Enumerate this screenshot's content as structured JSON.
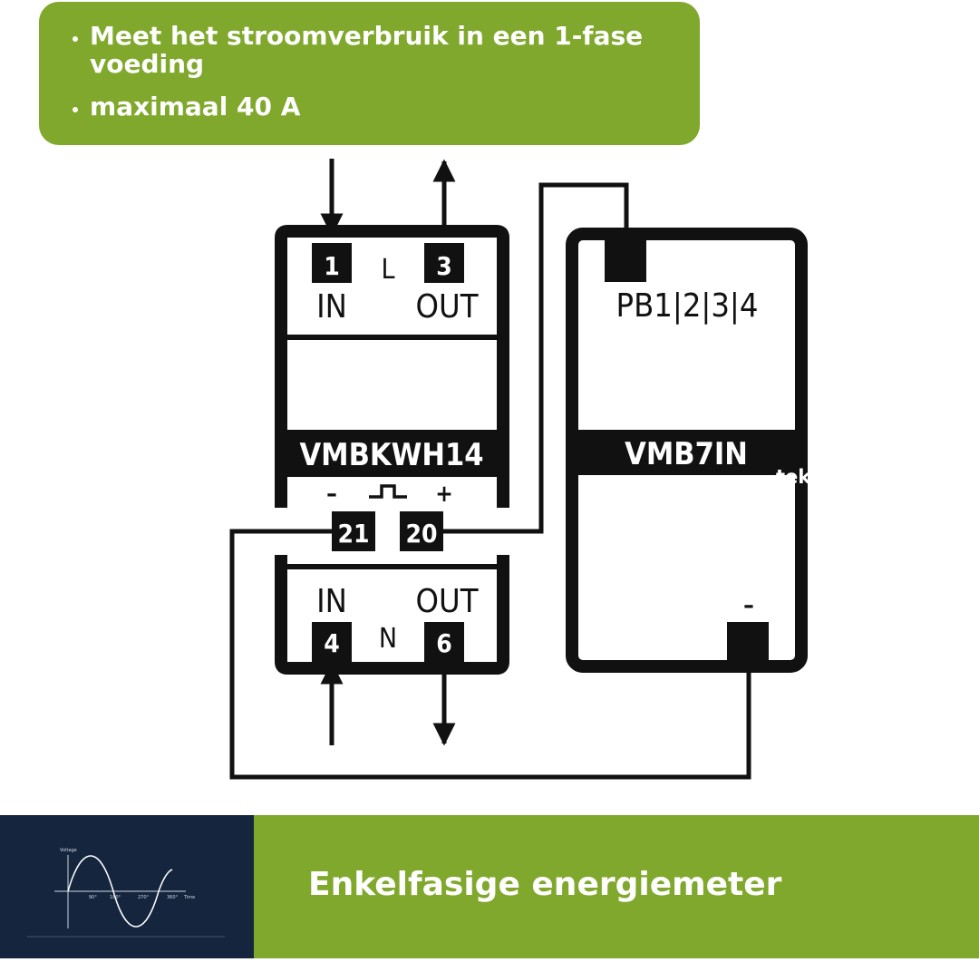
{
  "callout": {
    "bullets": [
      "Meet het stroomverbruik in een 1-fase voeding",
      "maximaal 40 A"
    ]
  },
  "meter": {
    "name": "VMBKWH14",
    "phase_label": "L",
    "neutral_label": "N",
    "terminals": {
      "l_in": "1",
      "l_out": "3",
      "n_in": "4",
      "n_out": "6",
      "pulse_minus": "21",
      "pulse_plus": "20"
    },
    "in_label": "IN",
    "out_label": "OUT",
    "minus_sign": "–",
    "plus_sign": "+"
  },
  "module": {
    "name": "VMB7IN",
    "inputs_label": "PB1|2|3|4",
    "minus_sign": "–"
  },
  "watermark": "tek",
  "thumbnail": {
    "y_label": "Voltage",
    "x_label": "Time",
    "ticks": [
      "90°",
      "180°",
      "270°",
      "360°"
    ]
  },
  "footer": {
    "title": "Enkelfasige energiemeter"
  },
  "colors": {
    "green": "#7fa82c",
    "navy": "#16253e",
    "line": "#111111"
  }
}
